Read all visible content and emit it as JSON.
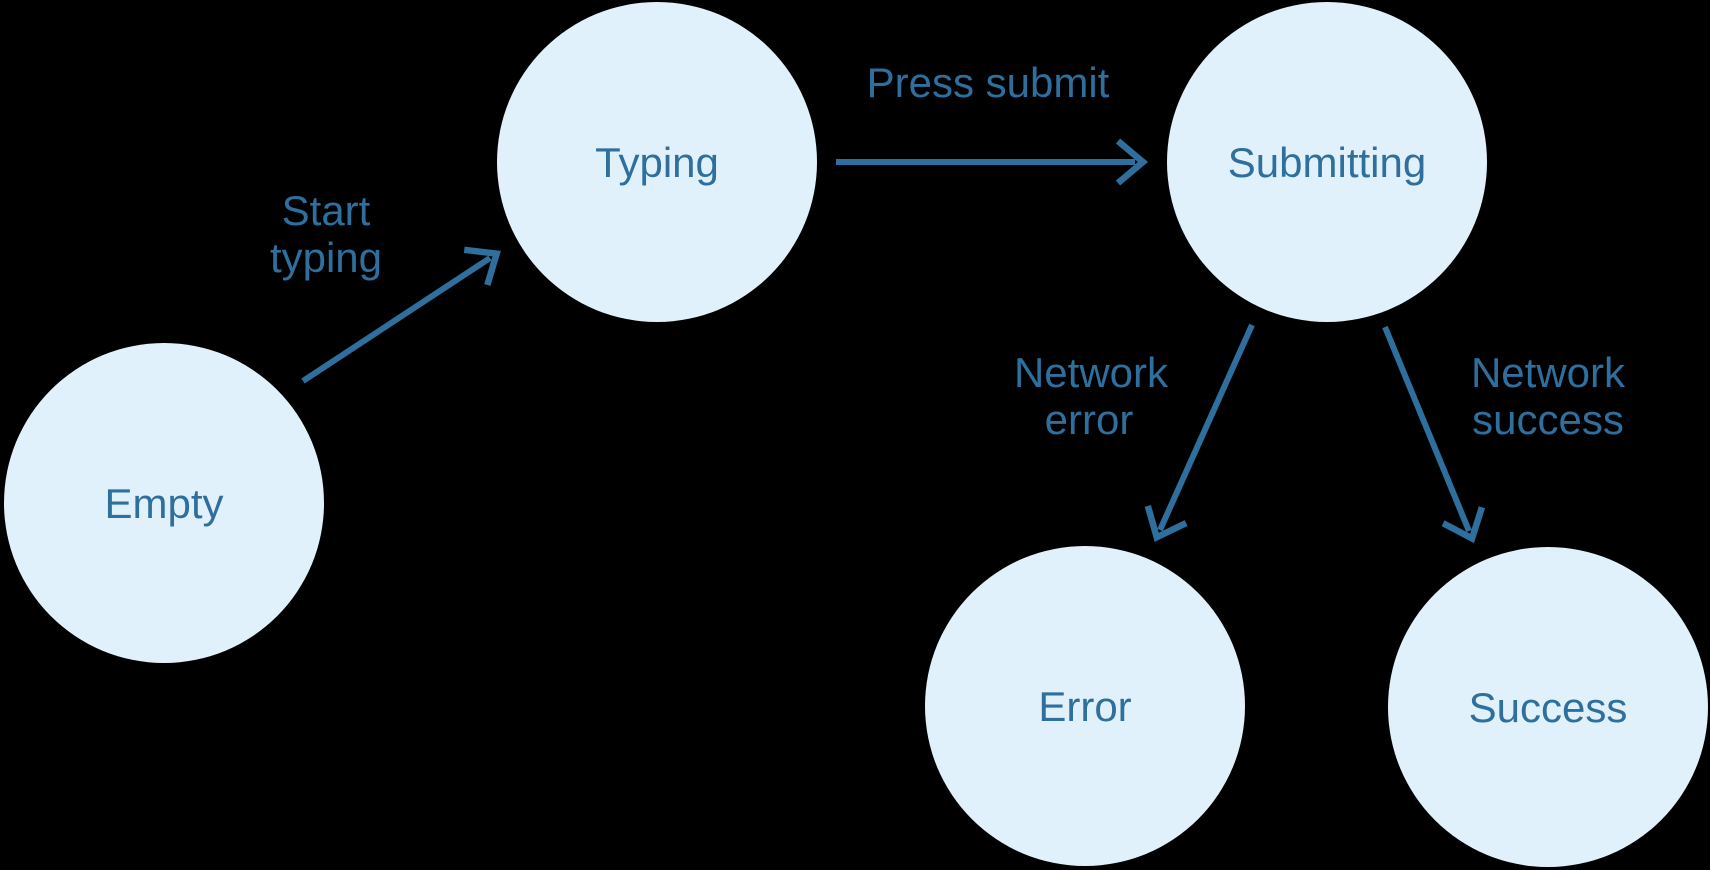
{
  "diagram": {
    "type": "state-machine",
    "colors": {
      "background": "#000000",
      "node_fill": "#E1F1FB",
      "accent": "#2E6F9E"
    },
    "states": [
      {
        "id": "empty",
        "label": "Empty"
      },
      {
        "id": "typing",
        "label": "Typing"
      },
      {
        "id": "submitting",
        "label": "Submitting"
      },
      {
        "id": "error",
        "label": "Error"
      },
      {
        "id": "success",
        "label": "Success"
      }
    ],
    "transitions": [
      {
        "from": "Empty",
        "to": "Typing",
        "label_lines": [
          "Start",
          "typing"
        ]
      },
      {
        "from": "Typing",
        "to": "Submitting",
        "label_lines": [
          "Press submit"
        ]
      },
      {
        "from": "Submitting",
        "to": "Error",
        "label_lines": [
          "Network",
          "error"
        ]
      },
      {
        "from": "Submitting",
        "to": "Success",
        "label_lines": [
          "Network",
          "success"
        ]
      }
    ]
  }
}
